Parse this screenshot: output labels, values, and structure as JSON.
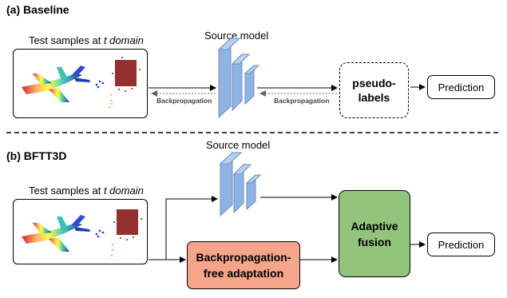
{
  "baseline": {
    "title": "(a) Baseline",
    "samples_label_prefix": "Test samples at ",
    "samples_label_italic": "t domain",
    "model_label": "Source model",
    "backprop_left": "Backpropagation",
    "backprop_right": "Backpropagation",
    "pseudo_line1": "pseudo-",
    "pseudo_line2": "labels",
    "prediction": "Prediction"
  },
  "bftt3d": {
    "title": "(b) BFTT3D",
    "samples_label_prefix": "Test samples at ",
    "samples_label_italic": "t domain",
    "model_label": "Source model",
    "bpf_line1": "Backpropagation-",
    "bpf_line2": "free adaptation",
    "fusion_line1": "Adaptive",
    "fusion_line2": "fusion",
    "prediction": "Prediction"
  },
  "colors": {
    "model_block": "#8fb4e3",
    "bpf_fill": "#f4a58a",
    "fusion_fill": "#92c47c"
  }
}
